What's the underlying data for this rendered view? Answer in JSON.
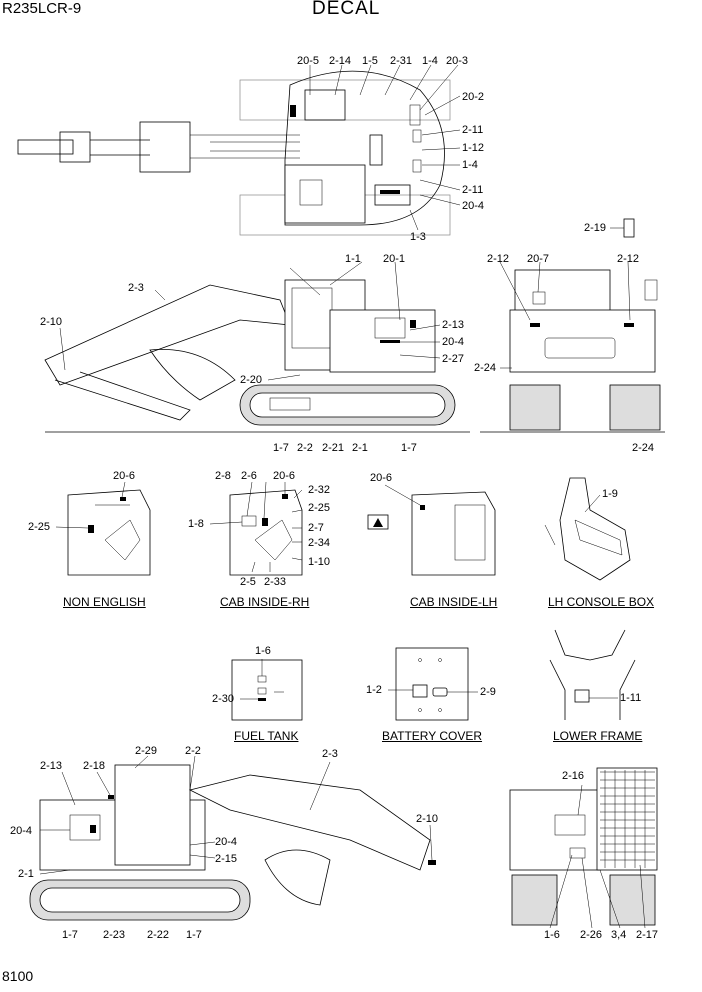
{
  "header": {
    "model": "R235LCR-9",
    "title": "DECAL"
  },
  "page_number": "8100",
  "captions": {
    "non_english": "NON ENGLISH",
    "cab_inside_rh": "CAB INSIDE-RH",
    "cab_inside_lh": "CAB INSIDE-LH",
    "lh_console_box": "LH CONSOLE BOX",
    "fuel_tank": "FUEL TANK",
    "battery_cover": "BATTERY COVER",
    "lower_frame": "LOWER FRAME"
  },
  "callouts": {
    "top": [
      "20-5",
      "2-14",
      "1-5",
      "2-31",
      "1-4",
      "20-3",
      "20-2",
      "2-11",
      "1-12",
      "1-4",
      "2-11",
      "20-4",
      "1-3",
      "2-19"
    ],
    "side_left": [
      "2-3",
      "2-10",
      "1-1",
      "20-1",
      "2-13",
      "20-4",
      "2-27",
      "2-20",
      "1-7",
      "2-2",
      "2-21",
      "2-1",
      "1-7"
    ],
    "rear": [
      "2-12",
      "20-7",
      "2-12",
      "2-24",
      "2-24"
    ],
    "non_english": [
      "20-6",
      "2-25"
    ],
    "cab_rh": [
      "2-8",
      "2-6",
      "20-6",
      "2-32",
      "2-25",
      "1-8",
      "2-7",
      "2-34",
      "1-10",
      "2-5",
      "2-33"
    ],
    "cab_lh": [
      "20-6"
    ],
    "console": [
      "1-9"
    ],
    "fuel_tank": [
      "1-6",
      "2-30"
    ],
    "battery_cover": [
      "1-2",
      "2-9"
    ],
    "lower_frame": [
      "1-11"
    ],
    "side_right": [
      "2-13",
      "2-18",
      "2-29",
      "2-2",
      "2-3",
      "20-4",
      "2-1",
      "2-10",
      "20-4",
      "2-15",
      "1-7",
      "2-23",
      "2-22",
      "1-7"
    ],
    "front": [
      "2-16",
      "1-6",
      "2-26",
      "3,4",
      "2-17"
    ]
  }
}
